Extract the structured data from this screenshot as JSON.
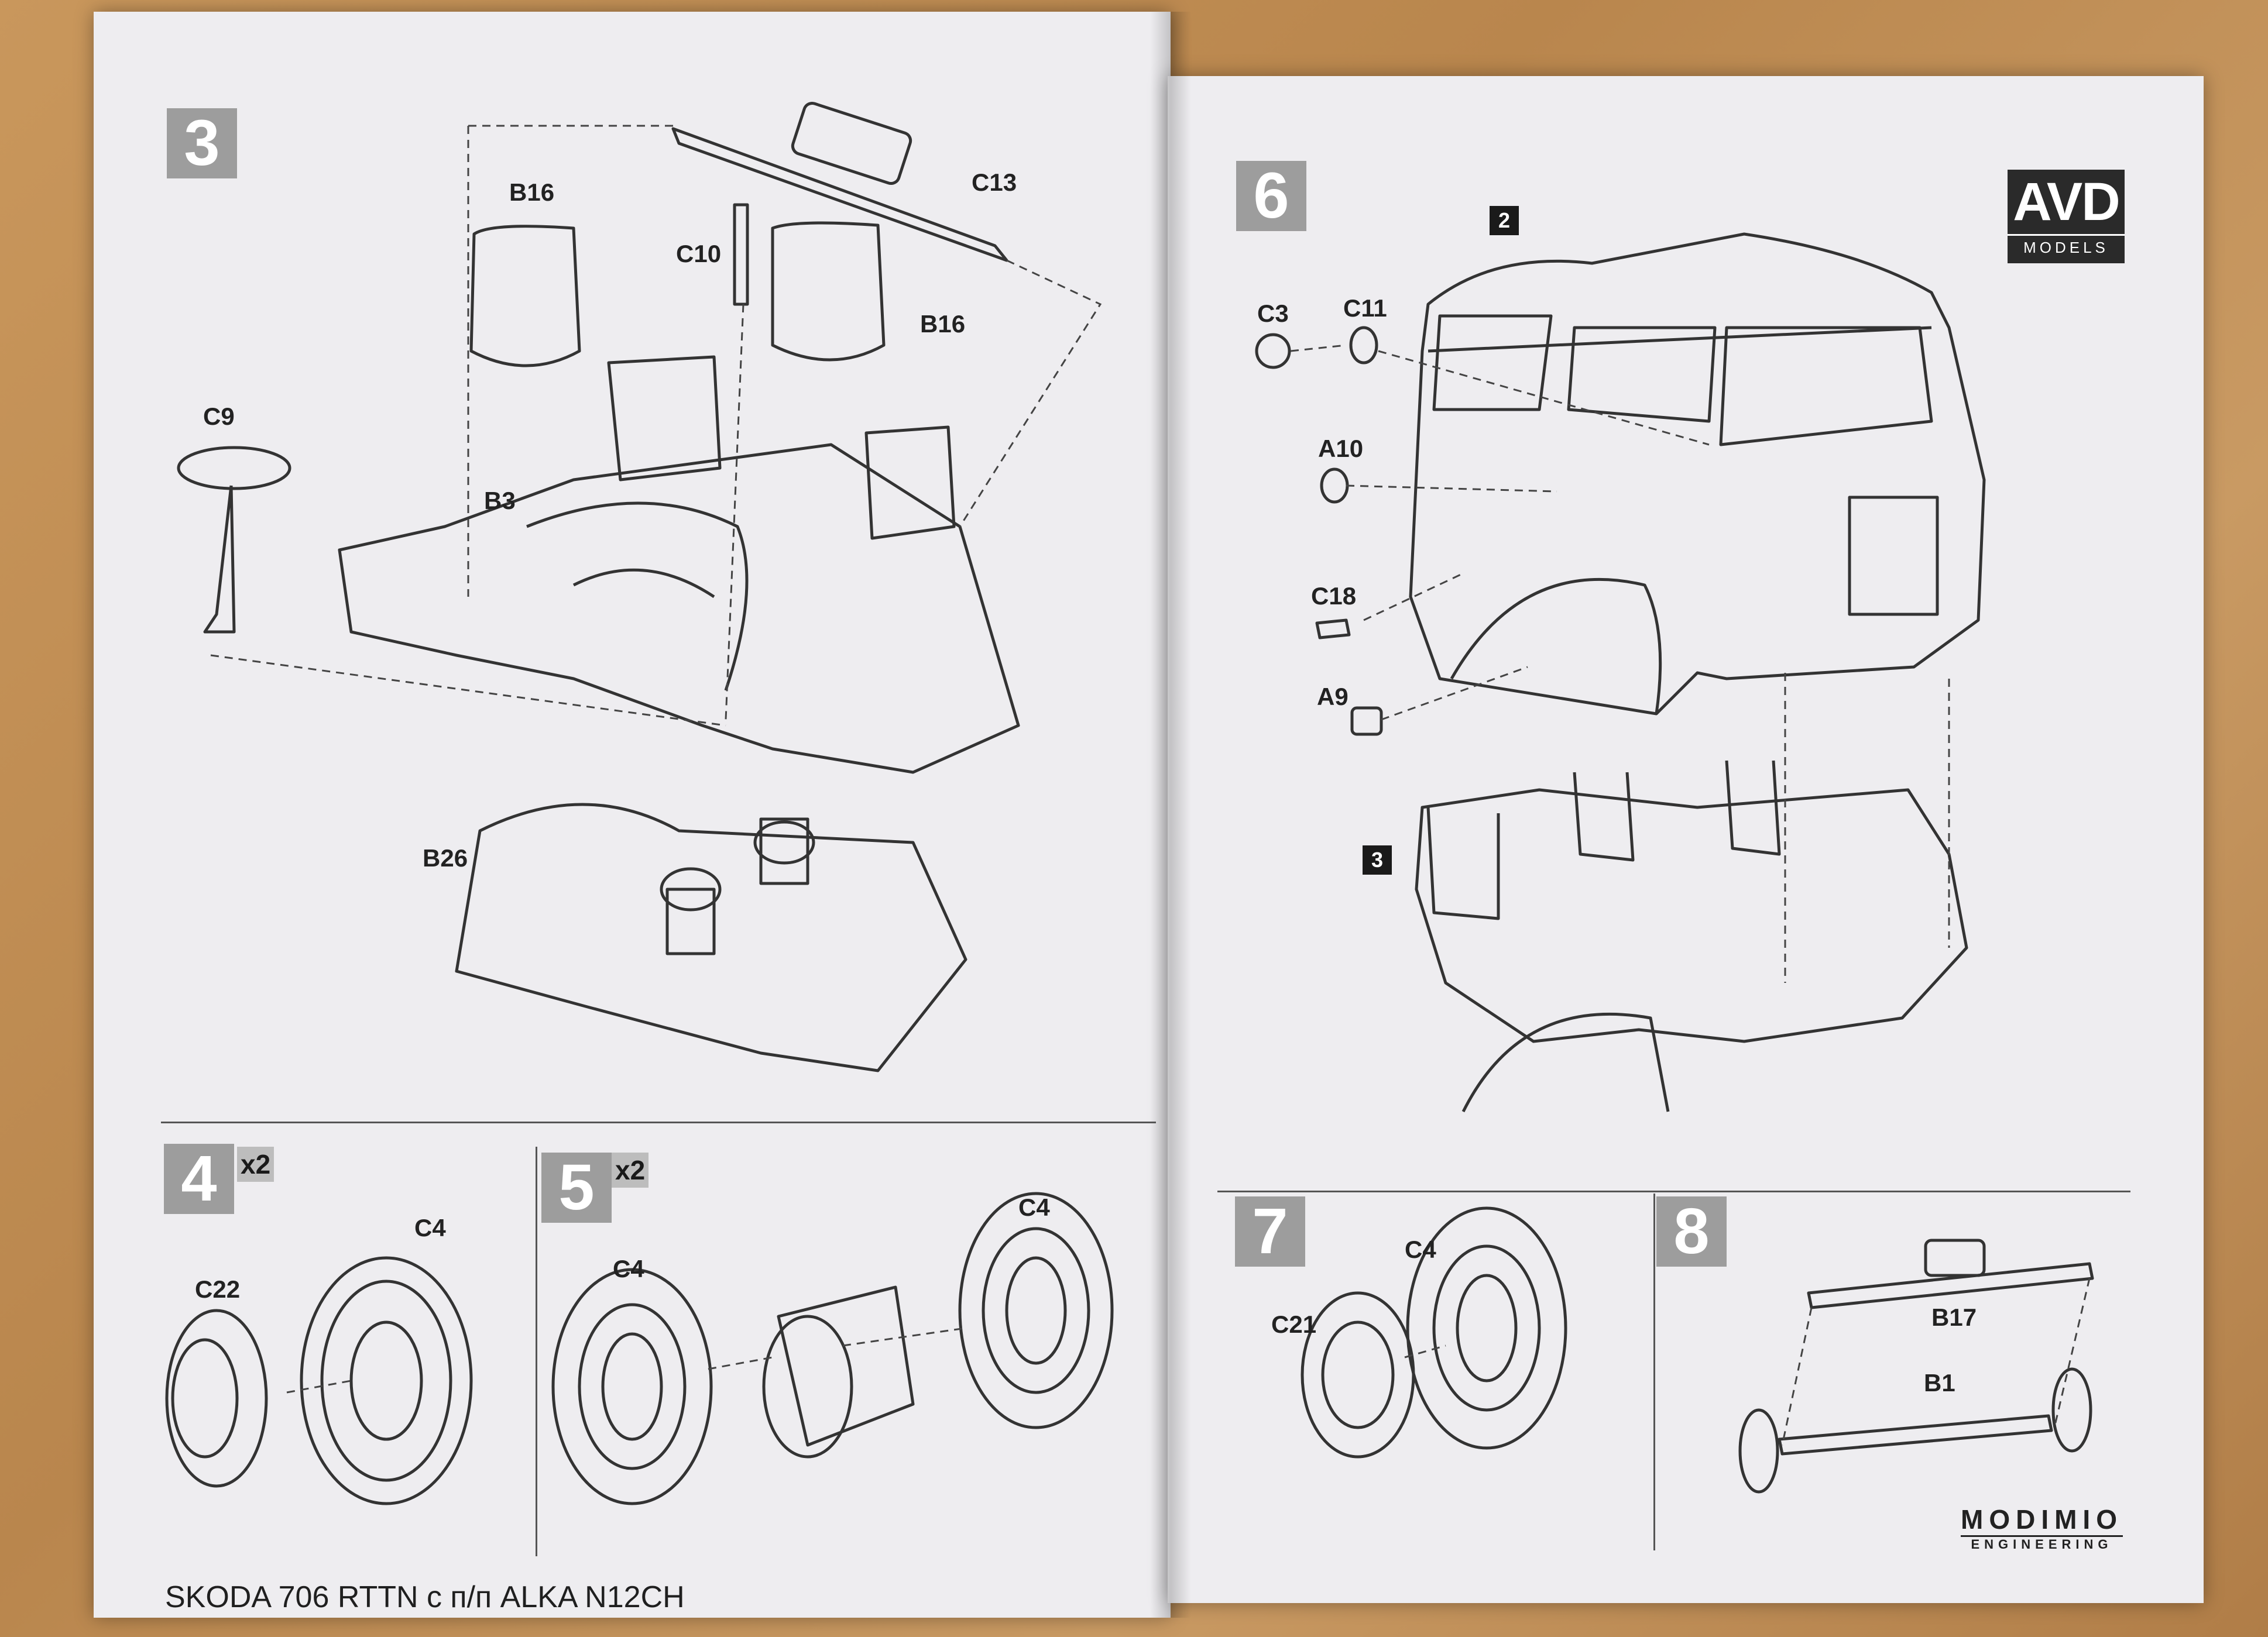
{
  "left_page": {
    "step3": {
      "number": "3",
      "parts": [
        "B16",
        "C13",
        "C10",
        "B16",
        "C9",
        "B3",
        "B26"
      ]
    },
    "step4": {
      "number": "4",
      "multiplier": "x2",
      "parts": [
        "C4",
        "C22"
      ]
    },
    "step5": {
      "number": "5",
      "multiplier": "x2",
      "parts": [
        "C4",
        "C4"
      ]
    },
    "footer_title": "SKODA 706 RTTN с п/п ALKA N12CH"
  },
  "right_page": {
    "brand": {
      "name": "AVD",
      "sub": "MODELS"
    },
    "step6": {
      "number": "6",
      "ref_a": "2",
      "ref_b": "3",
      "parts": [
        "C3",
        "C11",
        "A10",
        "C18",
        "A9"
      ]
    },
    "step7": {
      "number": "7",
      "parts": [
        "C4",
        "C21"
      ]
    },
    "step8": {
      "number": "8",
      "parts": [
        "B17",
        "B1"
      ]
    },
    "maker": {
      "name": "MODIMIO",
      "sub": "ENGINEERING"
    }
  }
}
